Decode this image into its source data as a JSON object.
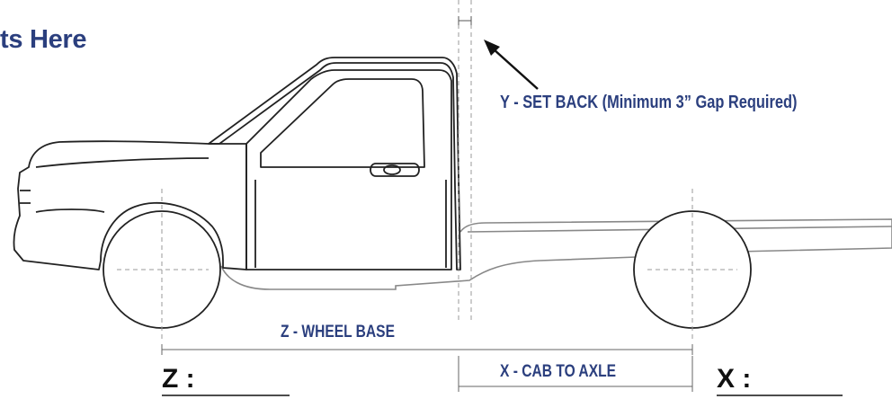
{
  "heading": "ts Here",
  "labels": {
    "setback_letter": "Y",
    "setback_text": " - SET BACK (Minimum 3” Gap Required)",
    "wheelbase_letter": "Z",
    "wheelbase_text": " - WHEEL BASE",
    "cabaxle_letter": "X",
    "cabaxle_text": " - CAB TO AXLE"
  },
  "fields": {
    "z_label": "Z :",
    "x_label": "X :"
  },
  "colors": {
    "label_blue": "#2b3f7e",
    "truck_outline": "#222222",
    "frame_gray": "#888888",
    "guide_dashed": "#999999"
  }
}
